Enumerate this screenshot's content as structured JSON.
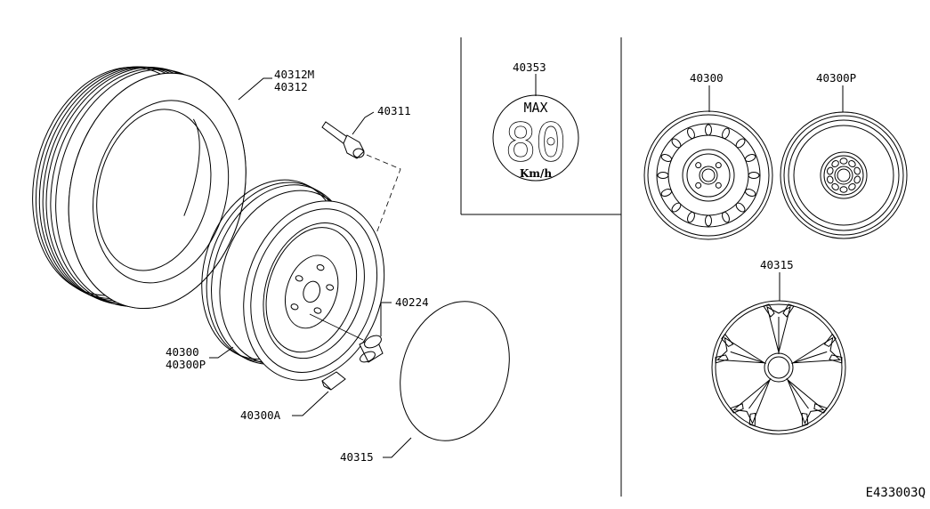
{
  "labels": {
    "tire": [
      "40312M",
      "40312"
    ],
    "valve": "40311",
    "wheel": [
      "40300",
      "40300P"
    ],
    "weight": "40300A",
    "nut": "40224",
    "cap_left": "40315",
    "speed_label": "40353",
    "steel_wheel": "40300",
    "spare_wheel": "40300P",
    "wheel_cover": "40315"
  },
  "speed_sticker": {
    "max_text": "MAX",
    "value_text": "80",
    "unit_text": "Km/h"
  },
  "diagram_code": "E433003Q"
}
